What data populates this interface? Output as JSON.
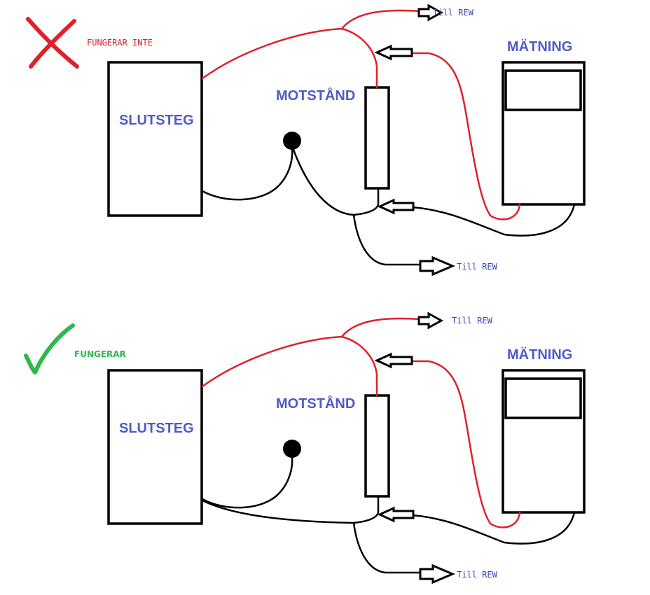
{
  "panels": [
    {
      "status": {
        "text": "FUNGERAR INTE",
        "kind": "bad",
        "icon": "cross-icon",
        "color": "#e02020"
      },
      "amplifier_label": "SLUTSTEG",
      "resistor_label": "MOTSTÅND",
      "meter_label": "MÄTNING",
      "out_top_label": "Till REW",
      "out_bottom_label": "Till REW",
      "ground_wire_to_amp": false
    },
    {
      "status": {
        "text": "FUNGERAR",
        "kind": "good",
        "icon": "checkmark-icon",
        "color": "#2db84a"
      },
      "amplifier_label": "SLUTSTEG",
      "resistor_label": "MOTSTÅND",
      "meter_label": "MÄTNING",
      "out_top_label": "Till REW",
      "out_bottom_label": "Till REW",
      "ground_wire_to_amp": true
    }
  ],
  "colors": {
    "wire_positive": "#e0202a",
    "wire_ground": "#000000",
    "label": "#4f5bc9"
  }
}
